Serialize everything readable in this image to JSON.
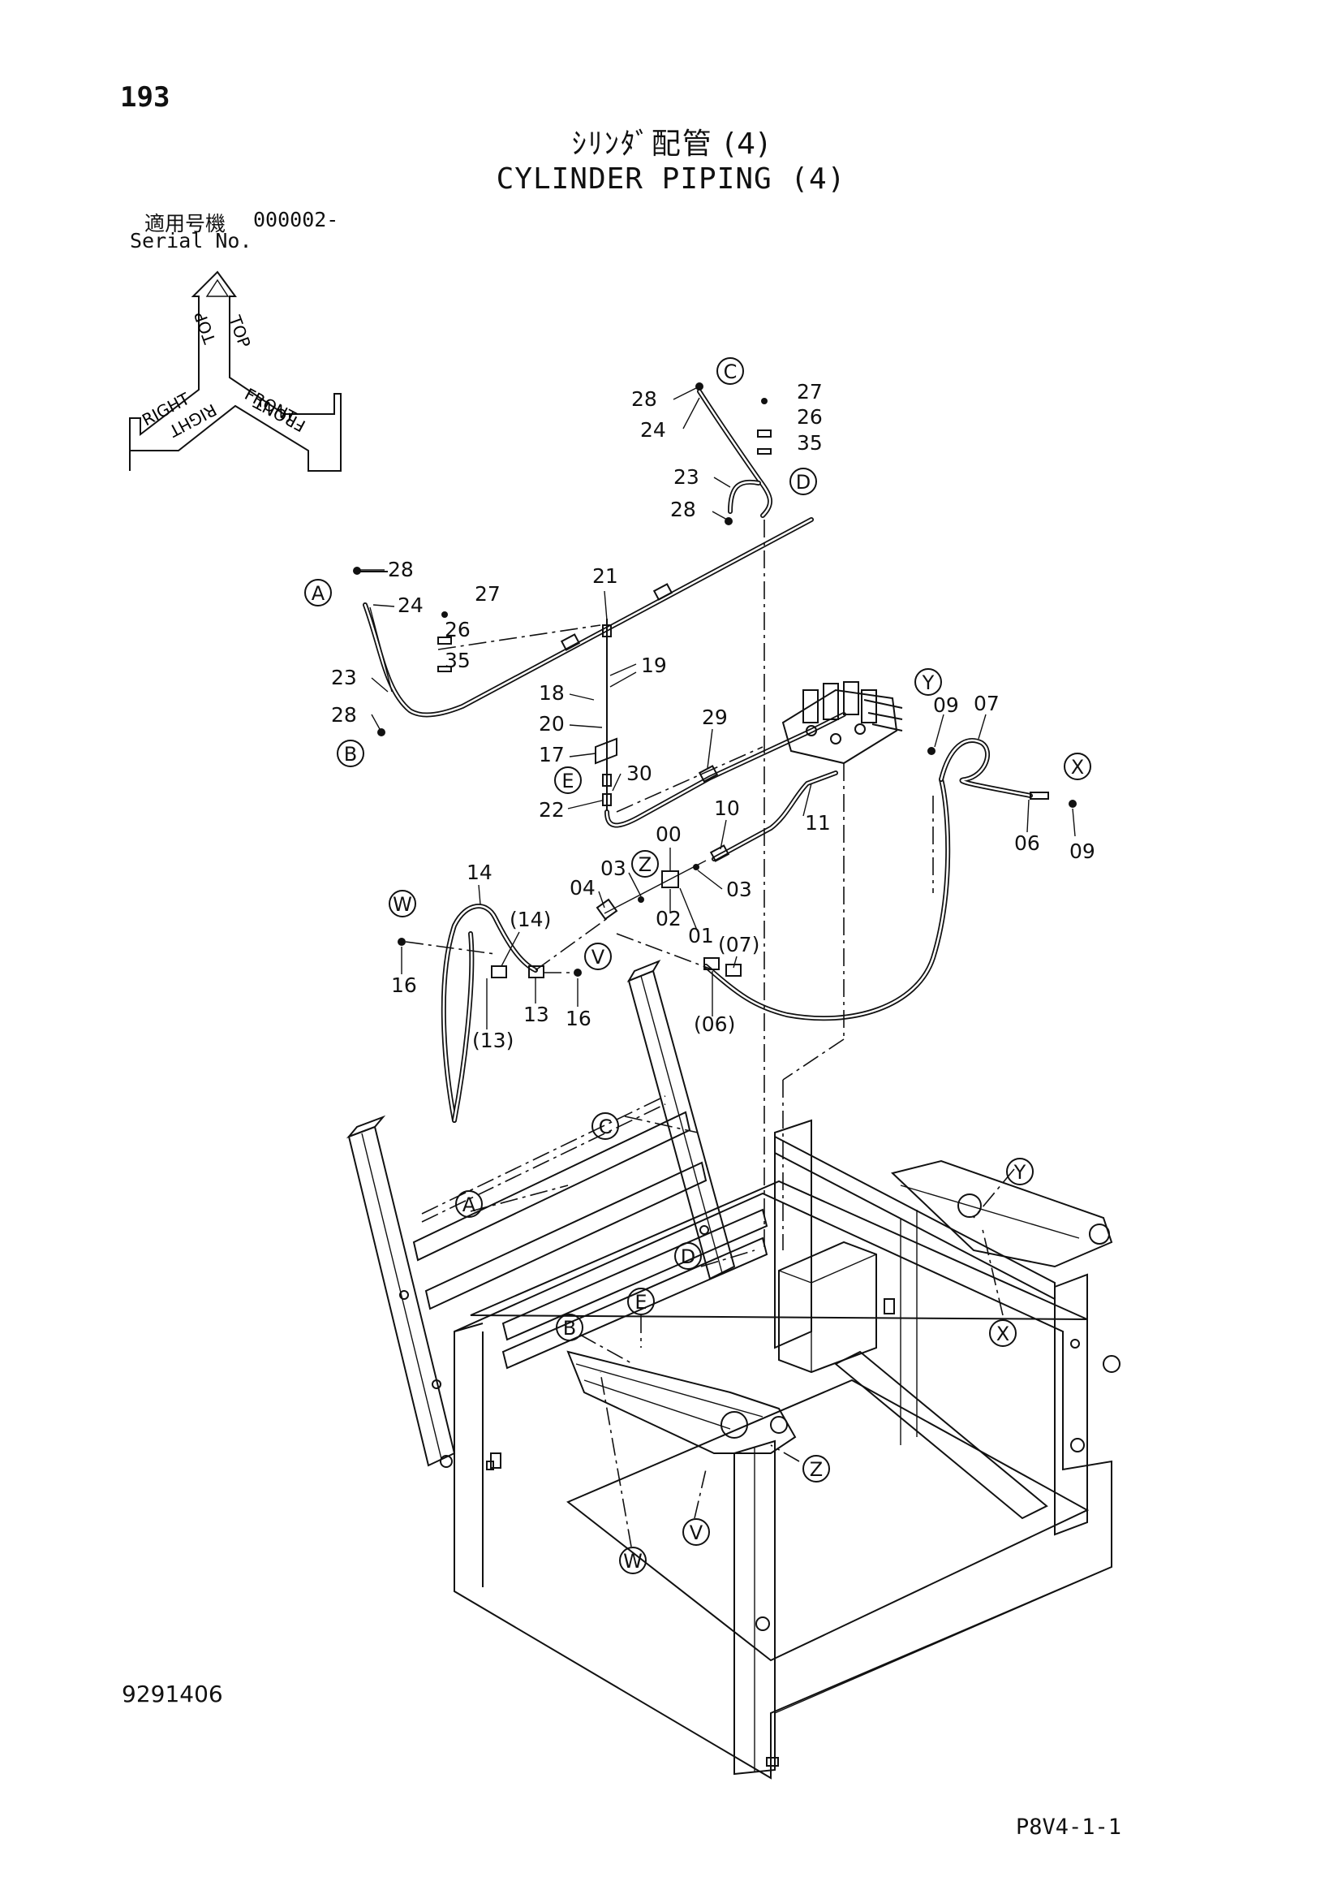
{
  "header": {
    "page_number": "193",
    "title_jp": "ｼﾘﾝﾀﾞ配管 (4)",
    "title_en": "CYLINDER PIPING (4)",
    "serial_label_jp": "適用号機",
    "serial_value": "000002-",
    "serial_label_en": "Serial No."
  },
  "orientation_icon": {
    "labels": [
      "TOP",
      "TOP",
      "FRONT",
      "FRONT",
      "RIGHT",
      "RIGHT"
    ]
  },
  "callouts": {
    "c28a": "28",
    "c24a": "24",
    "c27a": "27",
    "c26a": "26",
    "c35a": "35",
    "c23a": "23",
    "c28b": "28",
    "c28c": "28",
    "c24c": "24",
    "c27c": "27",
    "c26c": "26",
    "c35c": "35",
    "c23c": "23",
    "c28d": "28",
    "c21": "21",
    "c19": "19",
    "c18": "18",
    "c20": "20",
    "c17": "17",
    "c22": "22",
    "c30": "30",
    "c29": "29",
    "c10": "10",
    "c11": "11",
    "c09a": "09",
    "c07": "07",
    "c06": "06",
    "c09b": "09",
    "c00": "00",
    "c03a": "03",
    "c03b": "03",
    "c04": "04",
    "c02": "02",
    "c01": "01",
    "c07p": "(07)",
    "c06p": "(06)",
    "c14": "14",
    "c14p": "(14)",
    "c16a": "16",
    "c13": "13",
    "c16b": "16",
    "c13p": "(13)"
  },
  "reference_letters": {
    "A1": "A",
    "B1": "B",
    "C1": "C",
    "D1": "D",
    "E1": "E",
    "X1": "X",
    "Y1": "Y",
    "Z1": "Z",
    "V1": "V",
    "W1": "W",
    "C2": "C",
    "A2": "A",
    "D2": "D",
    "E2": "E",
    "B2": "B",
    "Y2": "Y",
    "X2": "X",
    "Z2": "Z",
    "V2": "V",
    "W2": "W"
  },
  "footer": {
    "drawing_number": "9291406",
    "page_code": "P8V4-1-1"
  }
}
